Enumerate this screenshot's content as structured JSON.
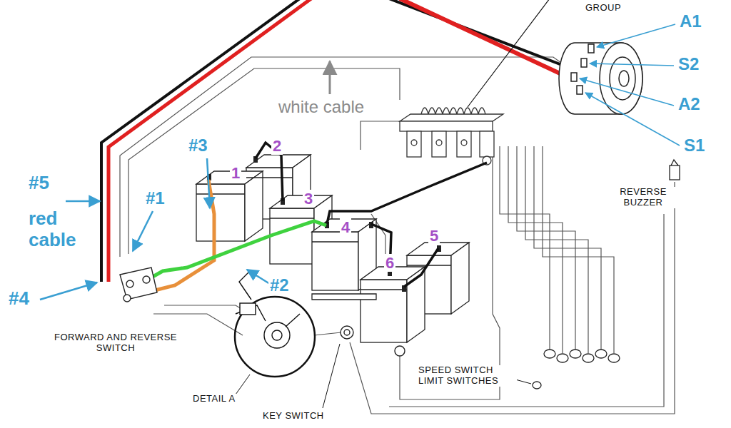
{
  "diagram": {
    "labels": [
      "GROUP",
      "A1",
      "S2",
      "A2",
      "white cable",
      "S1",
      "#3",
      "2",
      "#5",
      "red cable",
      "1",
      "#1",
      "3",
      "4",
      "REVERSE BUZZER",
      "5",
      "6",
      "#4",
      "#2",
      "FORWARD AND REVERSE SWITCH",
      "SPEED SWITCH LIMIT SWITCHES",
      "DETAIL A",
      "KEY SWITCH"
    ]
  }
}
